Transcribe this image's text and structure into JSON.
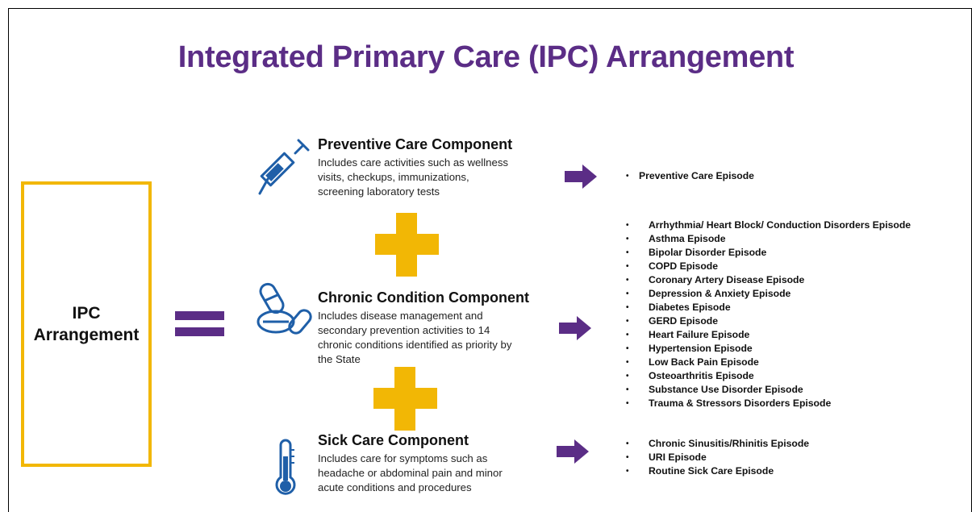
{
  "title": "Integrated Primary Care (IPC) Arrangement",
  "ipc_box": {
    "line1": "IPC",
    "line2": "Arrangement"
  },
  "components": [
    {
      "title": "Preventive Care Component",
      "icon": "syringe-icon",
      "description": [
        "Includes care activities such as wellness",
        "visits, checkups, immunizations,",
        "screening laboratory tests"
      ],
      "episodes": [
        "Preventive Care Episode"
      ]
    },
    {
      "title": "Chronic Condition Component",
      "icon": "pills-icon",
      "description": [
        "Includes disease management and",
        "secondary prevention activities to 14",
        "chronic conditions identified as priority by",
        "the State"
      ],
      "episodes": [
        "Arrhythmia/ Heart Block/ Conduction Disorders Episode",
        "Asthma Episode",
        "Bipolar Disorder Episode",
        "COPD Episode",
        "Coronary Artery Disease Episode",
        "Depression & Anxiety Episode",
        "Diabetes Episode",
        "GERD Episode",
        "Heart Failure Episode",
        "Hypertension Episode",
        "Low Back Pain Episode",
        "Osteoarthritis Episode",
        "Substance Use Disorder Episode",
        "Trauma & Stressors Disorders Episode"
      ]
    },
    {
      "title": "Sick Care Component",
      "icon": "thermometer-icon",
      "description": [
        "Includes care for symptoms  such as",
        "headache or abdominal  pain and minor",
        "acute conditions and procedures"
      ],
      "episodes": [
        "Chronic Sinusitis/Rhinitis Episode",
        "URI Episode",
        "Routine Sick Care Episode"
      ]
    }
  ],
  "colors": {
    "purple": "#5b2d86",
    "gold": "#f2b705",
    "icon_blue": "#1f5fa8"
  }
}
